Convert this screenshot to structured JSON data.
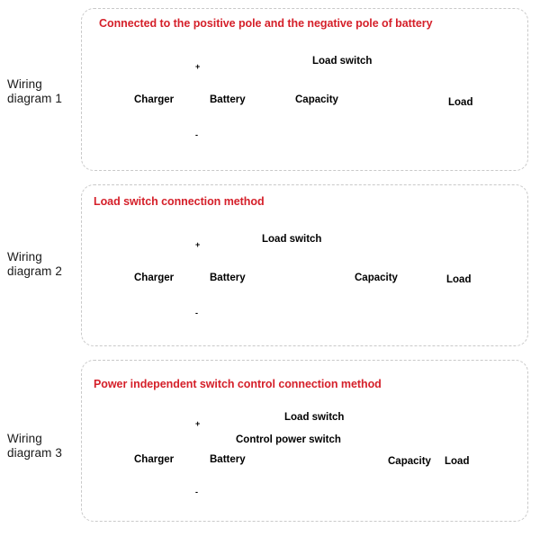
{
  "page": {
    "background": "#ffffff",
    "wire_top_color": "#7d5d54",
    "wire_bottom_color": "#333333",
    "component_color": "#c9a0d0",
    "node_color": "#cc0000",
    "title_color": "#d5202a",
    "panel_border_color": "#c9c9c9"
  },
  "diagrams": [
    {
      "side_label": "Wiring\ndiagram 1",
      "title": "Connected to the positive pole and the negative pole of battery",
      "components": [
        {
          "name": "charger",
          "label": "Charger"
        },
        {
          "name": "battery",
          "label": "Battery",
          "plus": "+",
          "minus": "-"
        },
        {
          "name": "capacity",
          "label": "Capacity"
        },
        {
          "name": "load",
          "label": "Load"
        }
      ],
      "switches": [
        {
          "name": "load-switch",
          "label": "Load switch",
          "state": "open"
        }
      ]
    },
    {
      "side_label": "Wiring\ndiagram 2",
      "title": "Load switch connection method",
      "components": [
        {
          "name": "charger",
          "label": "Charger"
        },
        {
          "name": "battery",
          "label": "Battery",
          "plus": "+",
          "minus": "-"
        },
        {
          "name": "capacity",
          "label": "Capacity"
        },
        {
          "name": "load",
          "label": "Load"
        }
      ],
      "switches": [
        {
          "name": "load-switch",
          "label": "Load switch",
          "state": "open"
        }
      ]
    },
    {
      "side_label": "Wiring\ndiagram 3",
      "title": "Power independent switch control connection method",
      "components": [
        {
          "name": "charger",
          "label": "Charger"
        },
        {
          "name": "battery",
          "label": "Battery",
          "plus": "+",
          "minus": "-"
        },
        {
          "name": "capacity",
          "label": "Capacity"
        },
        {
          "name": "load",
          "label": "Load"
        }
      ],
      "switches": [
        {
          "name": "load-switch",
          "label": "Load switch",
          "state": "open"
        },
        {
          "name": "control-power-switch",
          "label": "Control power switch",
          "state": "open"
        }
      ]
    }
  ]
}
